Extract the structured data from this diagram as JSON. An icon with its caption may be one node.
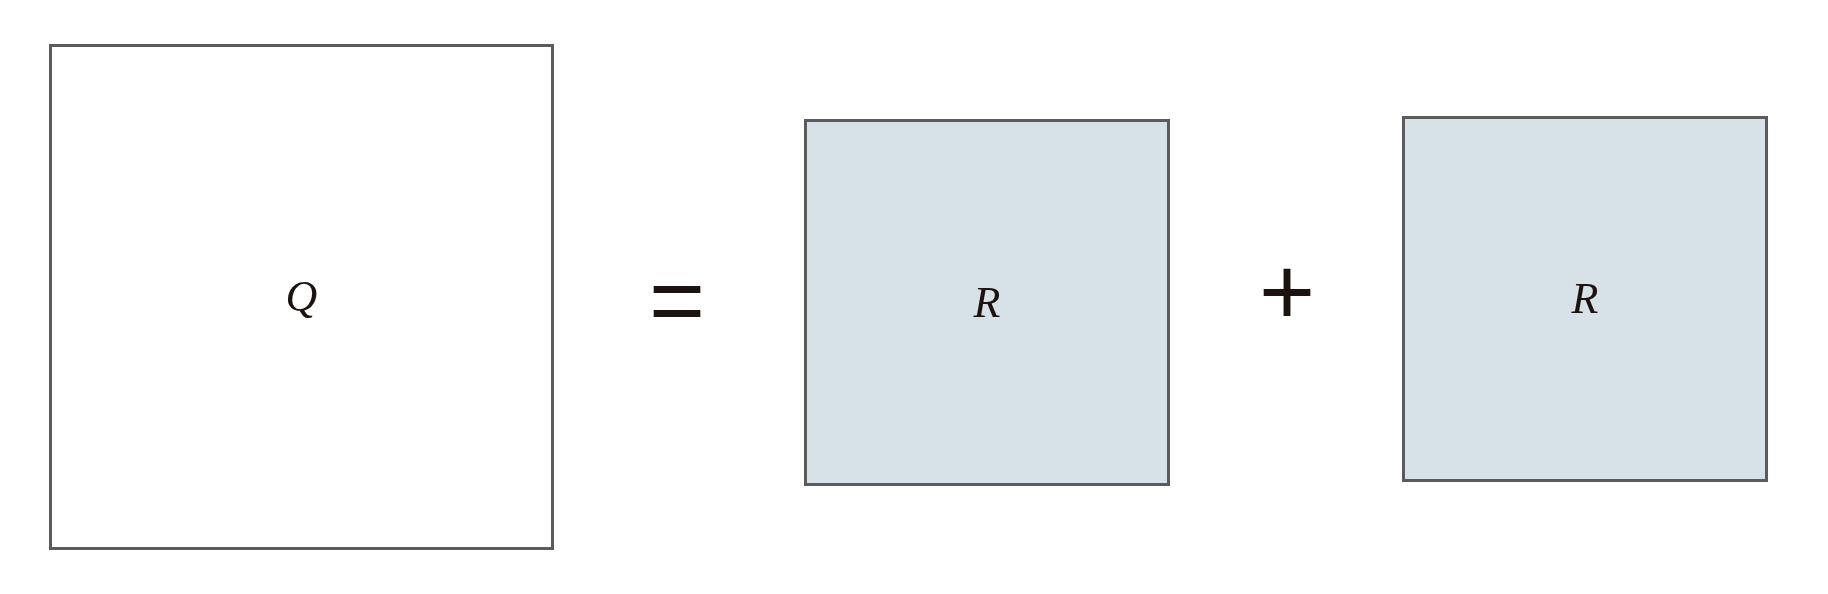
{
  "diagram": {
    "nodes": [
      {
        "text": [
          "Q"
        ]
      },
      {
        "text": [
          "R"
        ]
      },
      {
        "text": [
          "R"
        ]
      }
    ],
    "edges": [],
    "labels": [
      "=",
      "+"
    ]
  }
}
